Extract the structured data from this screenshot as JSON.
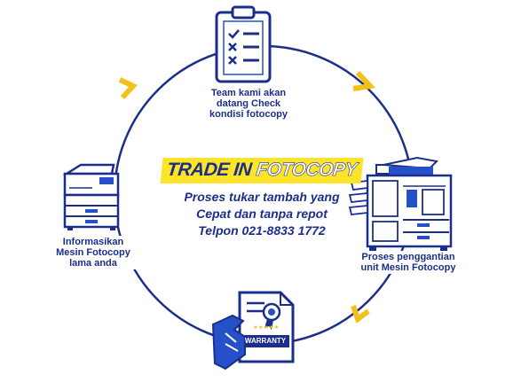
{
  "colors": {
    "navy": "#1b2f8a",
    "blue": "#2550c7",
    "yellow": "#fde428",
    "gold": "#f2c21b"
  },
  "title": {
    "part1": "TRADE IN",
    "part2": "FOTOCOPY"
  },
  "taglines": [
    "Proses tukar tambah yang",
    "Cepat dan tanpa repot",
    "Telpon 021-8833 1772"
  ],
  "steps": {
    "top": {
      "icon": "clipboard-checklist-icon",
      "lines": [
        "Team kami akan",
        "datang Check",
        "kondisi fotocopy"
      ]
    },
    "right": {
      "icon": "large-copier-icon",
      "lines": [
        "Proses penggantian",
        "unit Mesin Fotocopy"
      ]
    },
    "bottom": {
      "icon": "warranty-certificate-icon",
      "badge": "WARRANTY",
      "stars": "★★★★★"
    },
    "left": {
      "icon": "office-copier-icon",
      "lines": [
        "Informasikan",
        "Mesin Fotocopy",
        "lama anda"
      ]
    }
  }
}
